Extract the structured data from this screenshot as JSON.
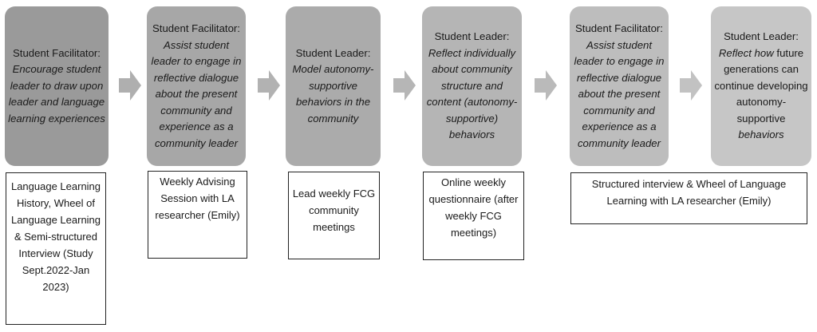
{
  "steps": [
    {
      "role": "Student Facilitator:",
      "desc": "Encourage student leader to draw upon leader and language learning experiences",
      "color": "#9a9a9a"
    },
    {
      "role": "Student Facilitator:",
      "desc": "Assist student leader to engage in reflective dialogue about the present community and experience as a community leader",
      "color": "#a7a7a7"
    },
    {
      "role": "Student Leader:",
      "desc": "Model autonomy-supportive behaviors in the community",
      "color": "#ababab"
    },
    {
      "role": "Student Leader:",
      "desc": "Reflect individually about community structure and content (autonomy-supportive) behaviors",
      "color": "#b5b5b5"
    },
    {
      "role": "Student Facilitator:",
      "desc": "Assist student leader to engage in reflective dialogue about the present community and experience as a community leader",
      "color": "#bdbdbd"
    },
    {
      "role": "Student Leader:",
      "desc": "Reflect how",
      "plain": "future generations can continue developing autonomy-supportive",
      "desc_end": "behaviors",
      "color": "#c6c6c6"
    }
  ],
  "arrows": [
    {
      "color": "#afafaf"
    },
    {
      "color": "#b2b2b2"
    },
    {
      "color": "#b6b6b6"
    },
    {
      "color": "#bababa"
    },
    {
      "color": "#c2c2c2"
    }
  ],
  "methods": [
    {
      "text": "Language Learning History, Wheel of Language Learning & Semi-structured Interview (Study Sept.2022-Jan 2023)"
    },
    {
      "text": "Weekly Advising Session with LA researcher (Emily)"
    },
    {
      "text": "Lead weekly FCG community meetings"
    },
    {
      "text": "Online weekly questionnaire (after weekly FCG meetings)"
    },
    {
      "text": "Structured interview & Wheel of Language Learning with LA researcher (Emily)"
    }
  ]
}
